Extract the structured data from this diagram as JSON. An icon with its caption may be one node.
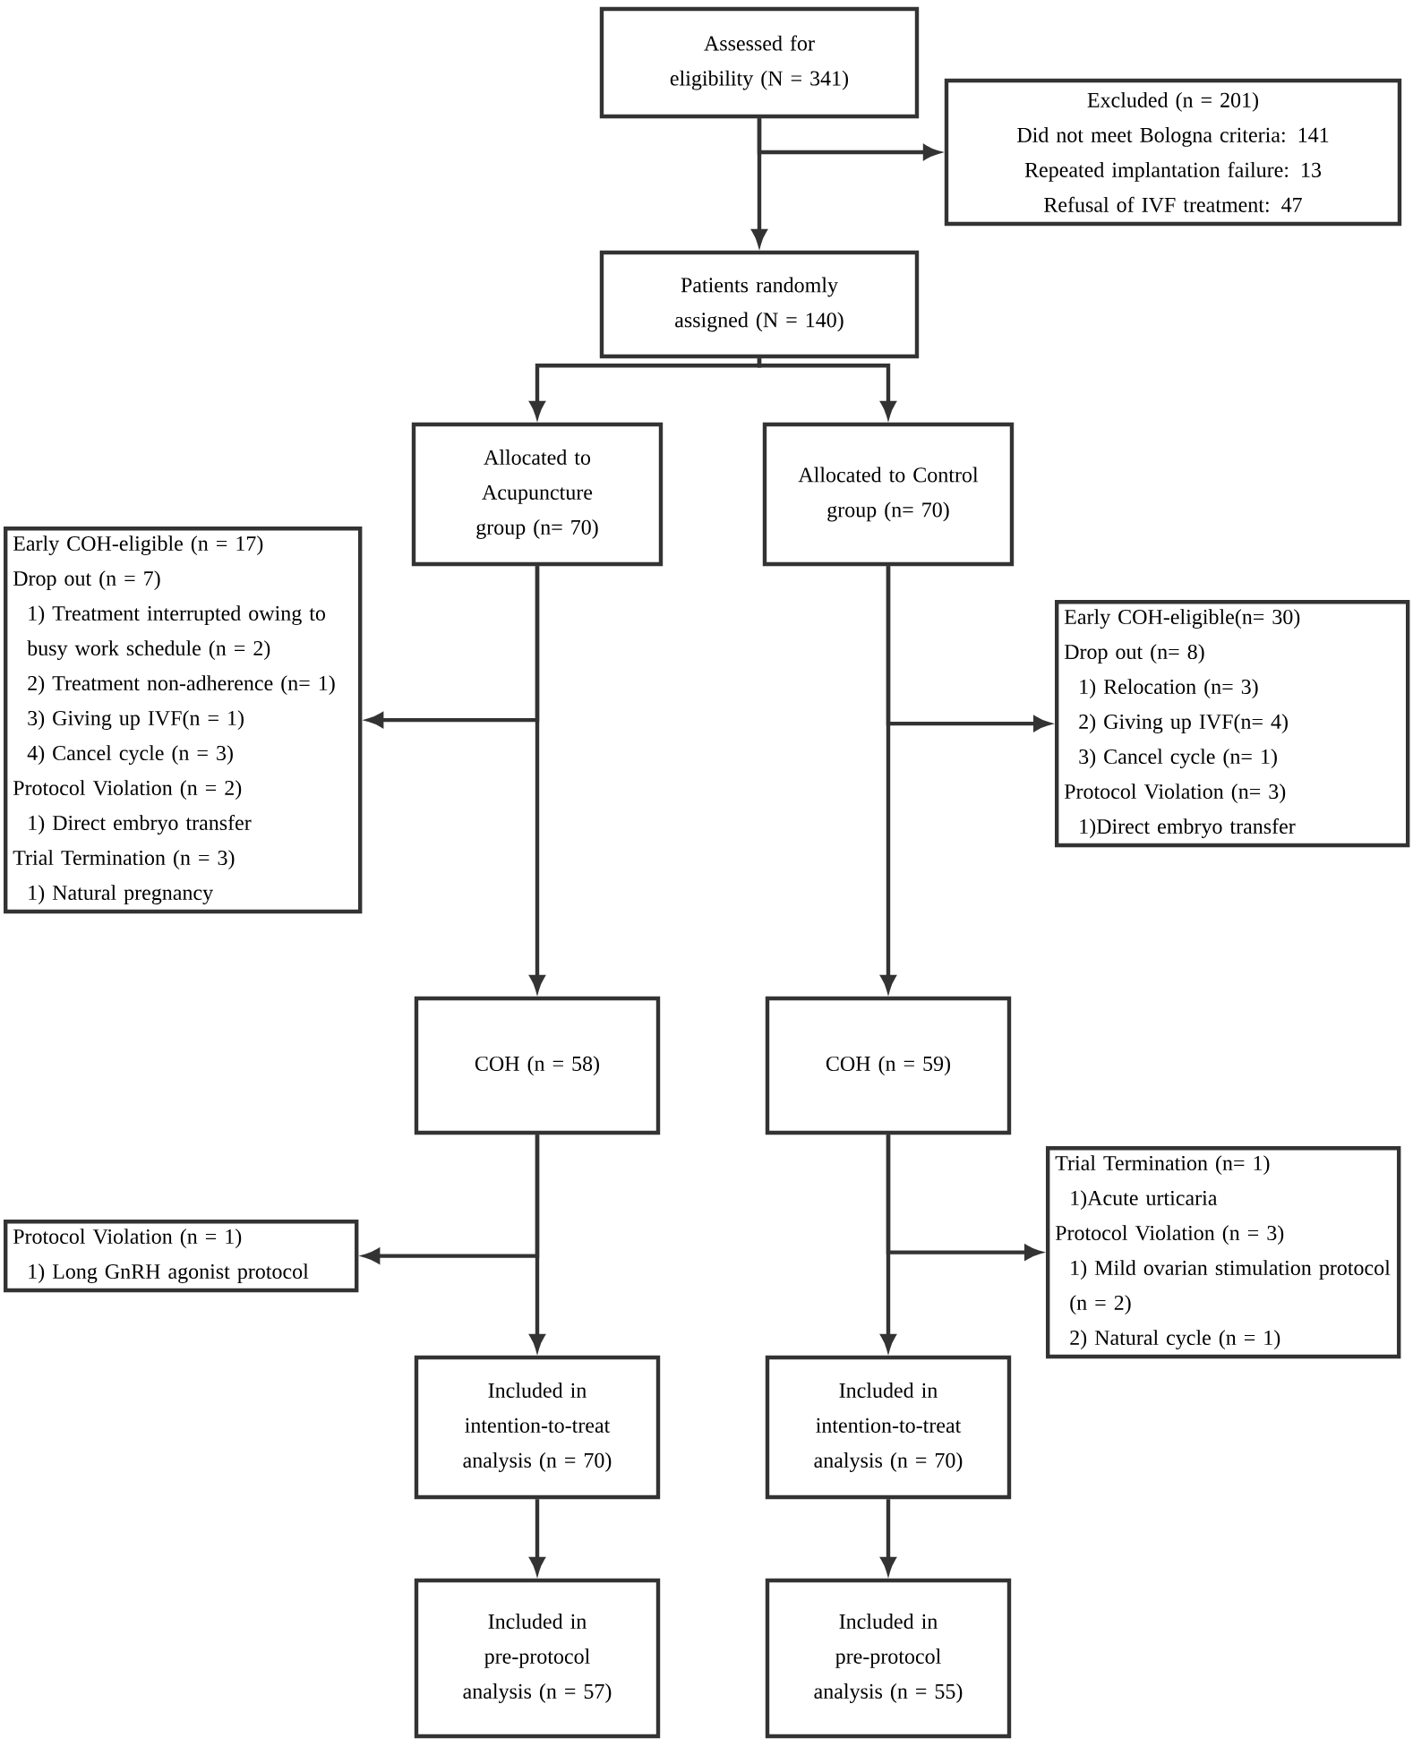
{
  "diagram": {
    "nodes": [
      {
        "text": [
          "Assessed for eligibility (N = 341)"
        ]
      },
      {
        "text": [
          "Excluded (n = 201)",
          "Did not meet Bologna criteria: 141",
          "Repeated implantation failure: 13",
          "Refusal of IVF treatment: 47"
        ]
      },
      {
        "text": [
          "Patients randomly assigned (N = 140)"
        ]
      },
      {
        "text": [
          "Allocated to Acupuncture group (n= 70)"
        ]
      },
      {
        "text": [
          "Allocated to Control group (n= 70)"
        ]
      },
      {
        "text": [
          "Early COH-eligible (n = 17)",
          "Drop out (n = 7)",
          "1) Treatment interrupted owing to busy work schedule (n = 2)",
          "2) Treatment non-adherence (n= 1)",
          "3) Giving up IVF(n = 1)",
          "4) Cancel cycle (n = 3)",
          "Protocol Violation (n = 2)",
          "1) Direct embryo transfer",
          "Trial Termination (n = 3)",
          "1) Natural pregnancy"
        ]
      },
      {
        "text": [
          "Early COH-eligible(n= 30)",
          "Drop out (n= 8)",
          "1) Relocation (n= 3)",
          "2) Giving up IVF(n= 4)",
          "3) Cancel cycle (n= 1)",
          "Protocol Violation (n= 3)",
          "1)Direct embryo transfer"
        ]
      },
      {
        "text": [
          "COH (n = 58)"
        ]
      },
      {
        "text": [
          "COH (n = 59)"
        ]
      },
      {
        "text": [
          "Protocol Violation (n = 1)",
          "1) Long GnRH agonist protocol"
        ]
      },
      {
        "text": [
          "Trial Termination (n= 1)",
          "1)Acute urticaria",
          "Protocol Violation (n = 3)",
          "1) Mild ovarian stimulation protocol (n = 2)",
          "2) Natural cycle (n = 1)"
        ]
      },
      {
        "text": [
          "Included in intention-to-treat analysis (n = 70)"
        ]
      },
      {
        "text": [
          "Included in intention-to-treat analysis (n = 70)"
        ]
      },
      {
        "text": [
          "Included in pre-protocol analysis (n = 57)"
        ]
      },
      {
        "text": [
          "Included in pre-protocol analysis (n = 55)"
        ]
      }
    ],
    "edges": [
      {
        "from": 0,
        "to": 2,
        "arrow": "to"
      },
      {
        "from": 0,
        "to": 1,
        "arrow": "to"
      },
      {
        "from": 2,
        "to": 3,
        "arrow": "to"
      },
      {
        "from": 2,
        "to": 4,
        "arrow": "to"
      },
      {
        "from": 3,
        "to": 7,
        "arrow": "to"
      },
      {
        "from": 3,
        "to": 5,
        "arrow": "to"
      },
      {
        "from": 4,
        "to": 8,
        "arrow": "to"
      },
      {
        "from": 4,
        "to": 6,
        "arrow": "to"
      },
      {
        "from": 7,
        "to": 11,
        "arrow": "to"
      },
      {
        "from": 7,
        "to": 9,
        "arrow": "to"
      },
      {
        "from": 8,
        "to": 12,
        "arrow": "to"
      },
      {
        "from": 8,
        "to": 10,
        "arrow": "to"
      },
      {
        "from": 11,
        "to": 13,
        "arrow": "to"
      },
      {
        "from": 12,
        "to": 14,
        "arrow": "to"
      }
    ]
  }
}
